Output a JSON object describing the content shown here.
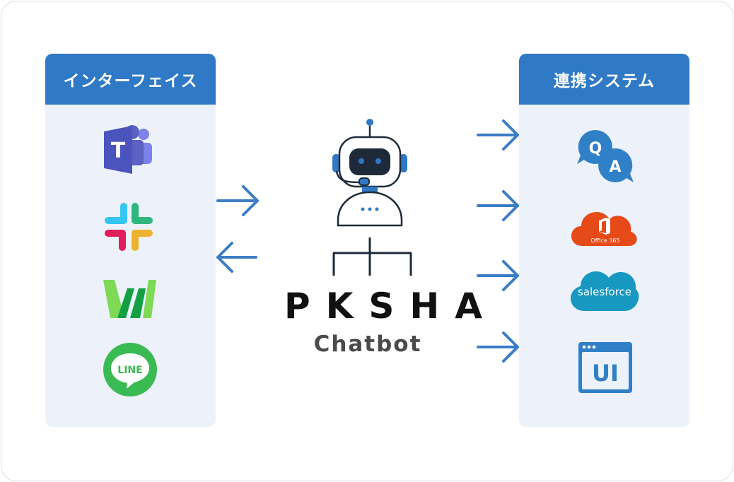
{
  "left_panel": {
    "title": "インターフェイス",
    "items": [
      {
        "icon": "microsoft-teams-icon",
        "letter": "T"
      },
      {
        "icon": "slack-icon"
      },
      {
        "icon": "works-w-icon"
      },
      {
        "icon": "line-icon",
        "text": "LINE"
      }
    ]
  },
  "right_panel": {
    "title": "連携システム",
    "items": [
      {
        "icon": "qa-icon",
        "q": "Q",
        "a": "A"
      },
      {
        "icon": "office365-icon",
        "text": "Office 365"
      },
      {
        "icon": "salesforce-icon",
        "text": "salesforce"
      },
      {
        "icon": "ui-window-icon",
        "text": "UI"
      }
    ]
  },
  "center": {
    "brand": "PKSHA",
    "product": "Chatbot",
    "icon": "chatbot-robot-icon"
  },
  "colors": {
    "accent": "#2f79c6",
    "panel_bg": "#ecf1fa",
    "teams": "#5558af",
    "line": "#3aba53",
    "office": "#e64a19",
    "salesforce": "#1798c1"
  }
}
